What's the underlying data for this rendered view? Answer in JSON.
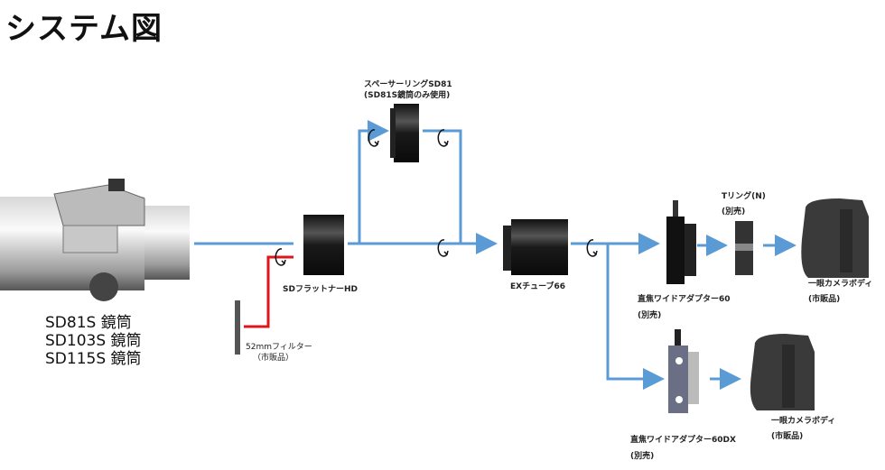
{
  "title": "システム図",
  "colors": {
    "flow": "#5b9bd5",
    "filter_flow": "#e0151b",
    "part": "#1a1a1a"
  },
  "telescope_labels": [
    "SD81S 鏡筒",
    "SD103S 鏡筒",
    "SD115S 鏡筒"
  ],
  "parts": {
    "spacer": {
      "name": "スペーサーリングSD81",
      "note": "(SD81S鏡筒のみ使用)"
    },
    "flattener": {
      "name": "SDフラットナーHD"
    },
    "filter": {
      "name": "52mmフィルター",
      "note": "（市販品）"
    },
    "ex_tube": {
      "name": "EXチューブ66"
    },
    "adapter60": {
      "name": "直焦ワイドアダプター60",
      "note": "(別売)"
    },
    "t_ring": {
      "name": "Tリング(N)",
      "note": "(別売)"
    },
    "camera1": {
      "name": "一眼カメラボディ",
      "note": "(市販品)"
    },
    "adapter60dx": {
      "name": "直焦ワイドアダプター60DX",
      "note": "(別売)"
    },
    "camera2": {
      "name": "一眼カメラボディ",
      "note": "(市販品)"
    }
  }
}
